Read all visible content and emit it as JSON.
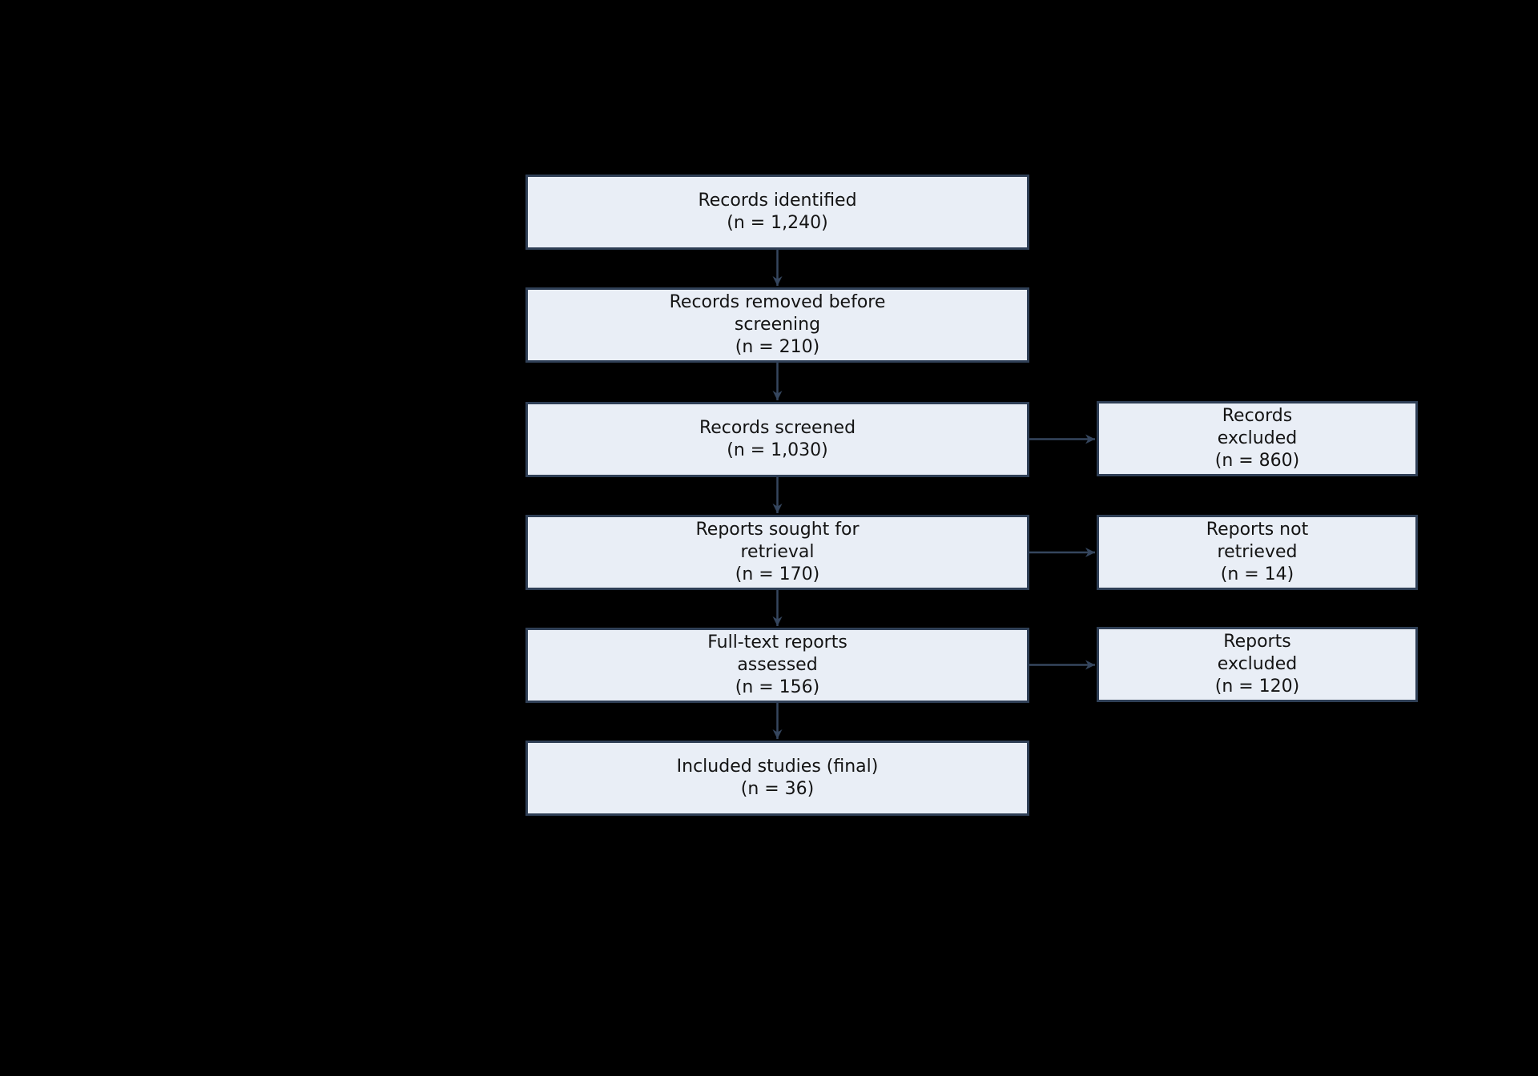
{
  "flowchart": {
    "nodes": {
      "identified": {
        "label": "Records identified\n(n = 1,240)",
        "n": 1240
      },
      "removed": {
        "label": "Records removed before\nscreening\n(n = 210)",
        "n": 210
      },
      "screened": {
        "label": "Records screened\n(n = 1,030)",
        "n": 1030
      },
      "records_excluded": {
        "label": "Records\nexcluded\n(n = 860)",
        "n": 860
      },
      "sought": {
        "label": "Reports sought for\nretrieval\n(n = 170)",
        "n": 170
      },
      "not_retrieved": {
        "label": "Reports not\nretrieved\n(n = 14)",
        "n": 14
      },
      "assessed": {
        "label": "Full-text reports\nassessed\n(n = 156)",
        "n": 156
      },
      "reports_excluded": {
        "label": "Reports\nexcluded\n(n = 120)",
        "n": 120
      },
      "included": {
        "label": "Included studies (final)\n(n = 36)",
        "n": 36
      }
    },
    "edges": [
      {
        "from": "identified",
        "to": "removed"
      },
      {
        "from": "removed",
        "to": "screened"
      },
      {
        "from": "screened",
        "to": "records_excluded"
      },
      {
        "from": "screened",
        "to": "sought"
      },
      {
        "from": "sought",
        "to": "not_retrieved"
      },
      {
        "from": "sought",
        "to": "assessed"
      },
      {
        "from": "assessed",
        "to": "reports_excluded"
      },
      {
        "from": "assessed",
        "to": "included"
      }
    ],
    "colors": {
      "background": "#000000",
      "box_fill": "#e9eef6",
      "box_border": "#2f3f56",
      "arrow": "#35465e",
      "text": "#141414"
    }
  }
}
